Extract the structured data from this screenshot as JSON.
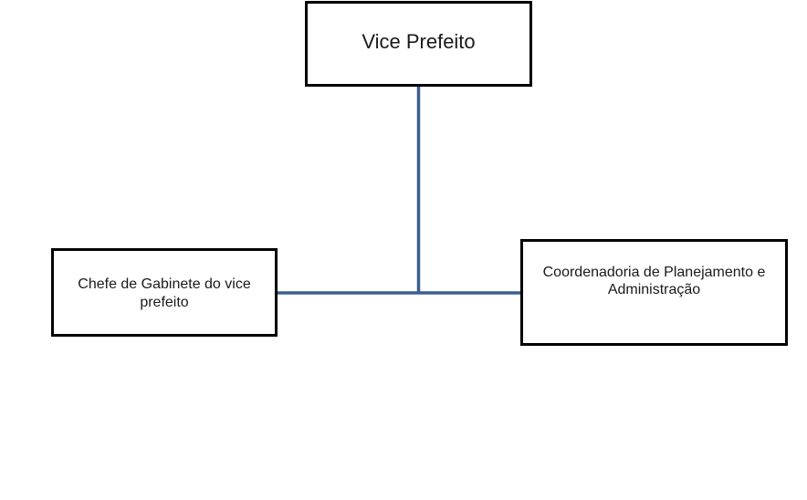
{
  "diagram": {
    "type": "org-chart",
    "connector_color": "#3b5f8f",
    "nodes": {
      "top": {
        "label": "Vice Prefeito"
      },
      "left": {
        "label": "Chefe de Gabinete do vice prefeito"
      },
      "right": {
        "label": "Coordenadoria  de Planejamento e Administração"
      }
    },
    "edges": [
      {
        "from": "Vice Prefeito",
        "to": "Chefe de Gabinete do vice prefeito"
      },
      {
        "from": "Vice Prefeito",
        "to": "Coordenadoria  de Planejamento e Administração"
      }
    ]
  }
}
